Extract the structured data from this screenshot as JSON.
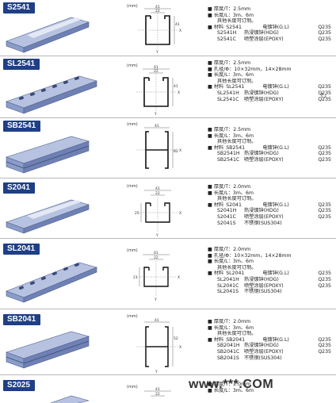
{
  "rows": [
    {
      "model": "S2541",
      "specs": [
        {
          "kind": "line",
          "text": "■ 厚度/T：2.5mm"
        },
        {
          "kind": "line",
          "text": "■ 长度/L：3m、6m"
        },
        {
          "kind": "ind",
          "text": "其他长度可订制。"
        },
        {
          "kind": "grade",
          "label": "■ 材料",
          "code": "S2541",
          "desc": "电镀锌(G.L)",
          "grade": "Q235"
        },
        {
          "kind": "grade",
          "label": "",
          "code": "S2541H",
          "desc": "热浸镀锌(HDG)",
          "grade": "Q235"
        },
        {
          "kind": "grade",
          "label": "",
          "code": "S2541C",
          "desc": "喷塑涂层(EPOXY)",
          "grade": "Q235"
        }
      ]
    },
    {
      "model": "SL2541",
      "specs": [
        {
          "kind": "line",
          "text": "■ 厚度/T：2.5mm"
        },
        {
          "kind": "line",
          "text": "■ 孔径/Φ：10×32mm，14×28mm"
        },
        {
          "kind": "line",
          "text": "■ 长度/L：3m、6m"
        },
        {
          "kind": "ind",
          "text": "其他长度可订制。"
        },
        {
          "kind": "grade",
          "label": "■ 材料",
          "code": "SL2541",
          "desc": "电镀锌(G.L)",
          "grade": "Q235"
        },
        {
          "kind": "grade",
          "label": "",
          "code": "SL2541H",
          "desc": "热浸镀锌(HDG)",
          "grade": "Q235"
        },
        {
          "kind": "grade",
          "label": "",
          "code": "SL2541C",
          "desc": "喷塑涂层(EPOXY)",
          "grade": "Q235"
        }
      ]
    },
    {
      "model": "SB2541",
      "specs": [
        {
          "kind": "line",
          "text": "■ 厚度/T：2.5mm"
        },
        {
          "kind": "line",
          "text": "■ 长度/L：3m、6m"
        },
        {
          "kind": "ind",
          "text": "其他长度可订制。"
        },
        {
          "kind": "grade",
          "label": "■ 材料",
          "code": "SB2541",
          "desc": "电镀锌(G.L)",
          "grade": "Q235"
        },
        {
          "kind": "grade",
          "label": "",
          "code": "SB2541H",
          "desc": "热浸镀锌(HDG)",
          "grade": "Q235"
        },
        {
          "kind": "grade",
          "label": "",
          "code": "SB2541C",
          "desc": "喷塑涂层(EPOXY)",
          "grade": "Q235"
        }
      ]
    },
    {
      "model": "S2041",
      "specs": [
        {
          "kind": "line",
          "text": "■ 厚度/T：2.0mm"
        },
        {
          "kind": "line",
          "text": "■ 长度/L：3m、6m"
        },
        {
          "kind": "ind",
          "text": "其他长度可订制。"
        },
        {
          "kind": "grade",
          "label": "■ 材料",
          "code": "S2041",
          "desc": "电镀锌(G.L)",
          "grade": "Q235"
        },
        {
          "kind": "grade",
          "label": "",
          "code": "S2041H",
          "desc": "热浸镀锌(HDG)",
          "grade": "Q235"
        },
        {
          "kind": "grade",
          "label": "",
          "code": "S2041C",
          "desc": "喷塑涂层(EPOXY)",
          "grade": "Q235"
        },
        {
          "kind": "grade",
          "label": "",
          "code": "S2041S",
          "desc": "不锈钢(SUS304)",
          "grade": ""
        }
      ]
    },
    {
      "model": "SL2041",
      "specs": [
        {
          "kind": "line",
          "text": "■ 厚度/T：2.0mm"
        },
        {
          "kind": "line",
          "text": "■ 孔径/Φ：10×32mm，14×28mm"
        },
        {
          "kind": "line",
          "text": "■ 长度/L：3m、6m"
        },
        {
          "kind": "ind",
          "text": "其他长度可订制。"
        },
        {
          "kind": "grade",
          "label": "■ 材料",
          "code": "SL2041",
          "desc": "电镀锌(G.L)",
          "grade": "Q235"
        },
        {
          "kind": "grade",
          "label": "",
          "code": "SL2041H",
          "desc": "热浸镀锌(HDG)",
          "grade": "Q235"
        },
        {
          "kind": "grade",
          "label": "",
          "code": "SL2041C",
          "desc": "喷塑涂层(EPOXY)",
          "grade": "Q235"
        },
        {
          "kind": "grade",
          "label": "",
          "code": "SL2041S",
          "desc": "不锈钢(SUS304)",
          "grade": ""
        }
      ]
    },
    {
      "model": "SB2041",
      "specs": [
        {
          "kind": "line",
          "text": "■ 厚度/T：2.0mm"
        },
        {
          "kind": "line",
          "text": "■ 长度/L：3m、6m"
        },
        {
          "kind": "ind",
          "text": "其他长度可订制。"
        },
        {
          "kind": "grade",
          "label": "■ 材料",
          "code": "SB2041",
          "desc": "电镀锌(G.L)",
          "grade": "Q235"
        },
        {
          "kind": "grade",
          "label": "",
          "code": "SB2041H",
          "desc": "热浸镀锌(HDG)",
          "grade": "Q235"
        },
        {
          "kind": "grade",
          "label": "",
          "code": "SB2041C",
          "desc": "喷塑涂层(EPOXY)",
          "grade": "Q235"
        },
        {
          "kind": "grade",
          "label": "",
          "code": "SB2041S",
          "desc": "不锈钢(SUS304)",
          "grade": ""
        }
      ]
    },
    {
      "model": "S2025",
      "specs": [
        {
          "kind": "line",
          "text": "■ 厚度/T：2.0mm"
        },
        {
          "kind": "line",
          "text": "■ 长度/L：3m、6m"
        }
      ]
    }
  ],
  "drawing_labels": {
    "unit": "(mm)",
    "width_41": "41",
    "width_22": "22",
    "depth_25": "25",
    "depth_21": "21",
    "depth_52": "52",
    "depth_41": "41",
    "depth_82": "82",
    "axis_x": "X",
    "axis_y": "Y"
  },
  "watermark": "www.***.COM",
  "margin_mark": "↻",
  "colors": {
    "tag_bg": "#1f3f86",
    "steel": "#8a9cc8",
    "steel_light": "#b6c2e0",
    "steel_dark": "#4f5f8e"
  }
}
